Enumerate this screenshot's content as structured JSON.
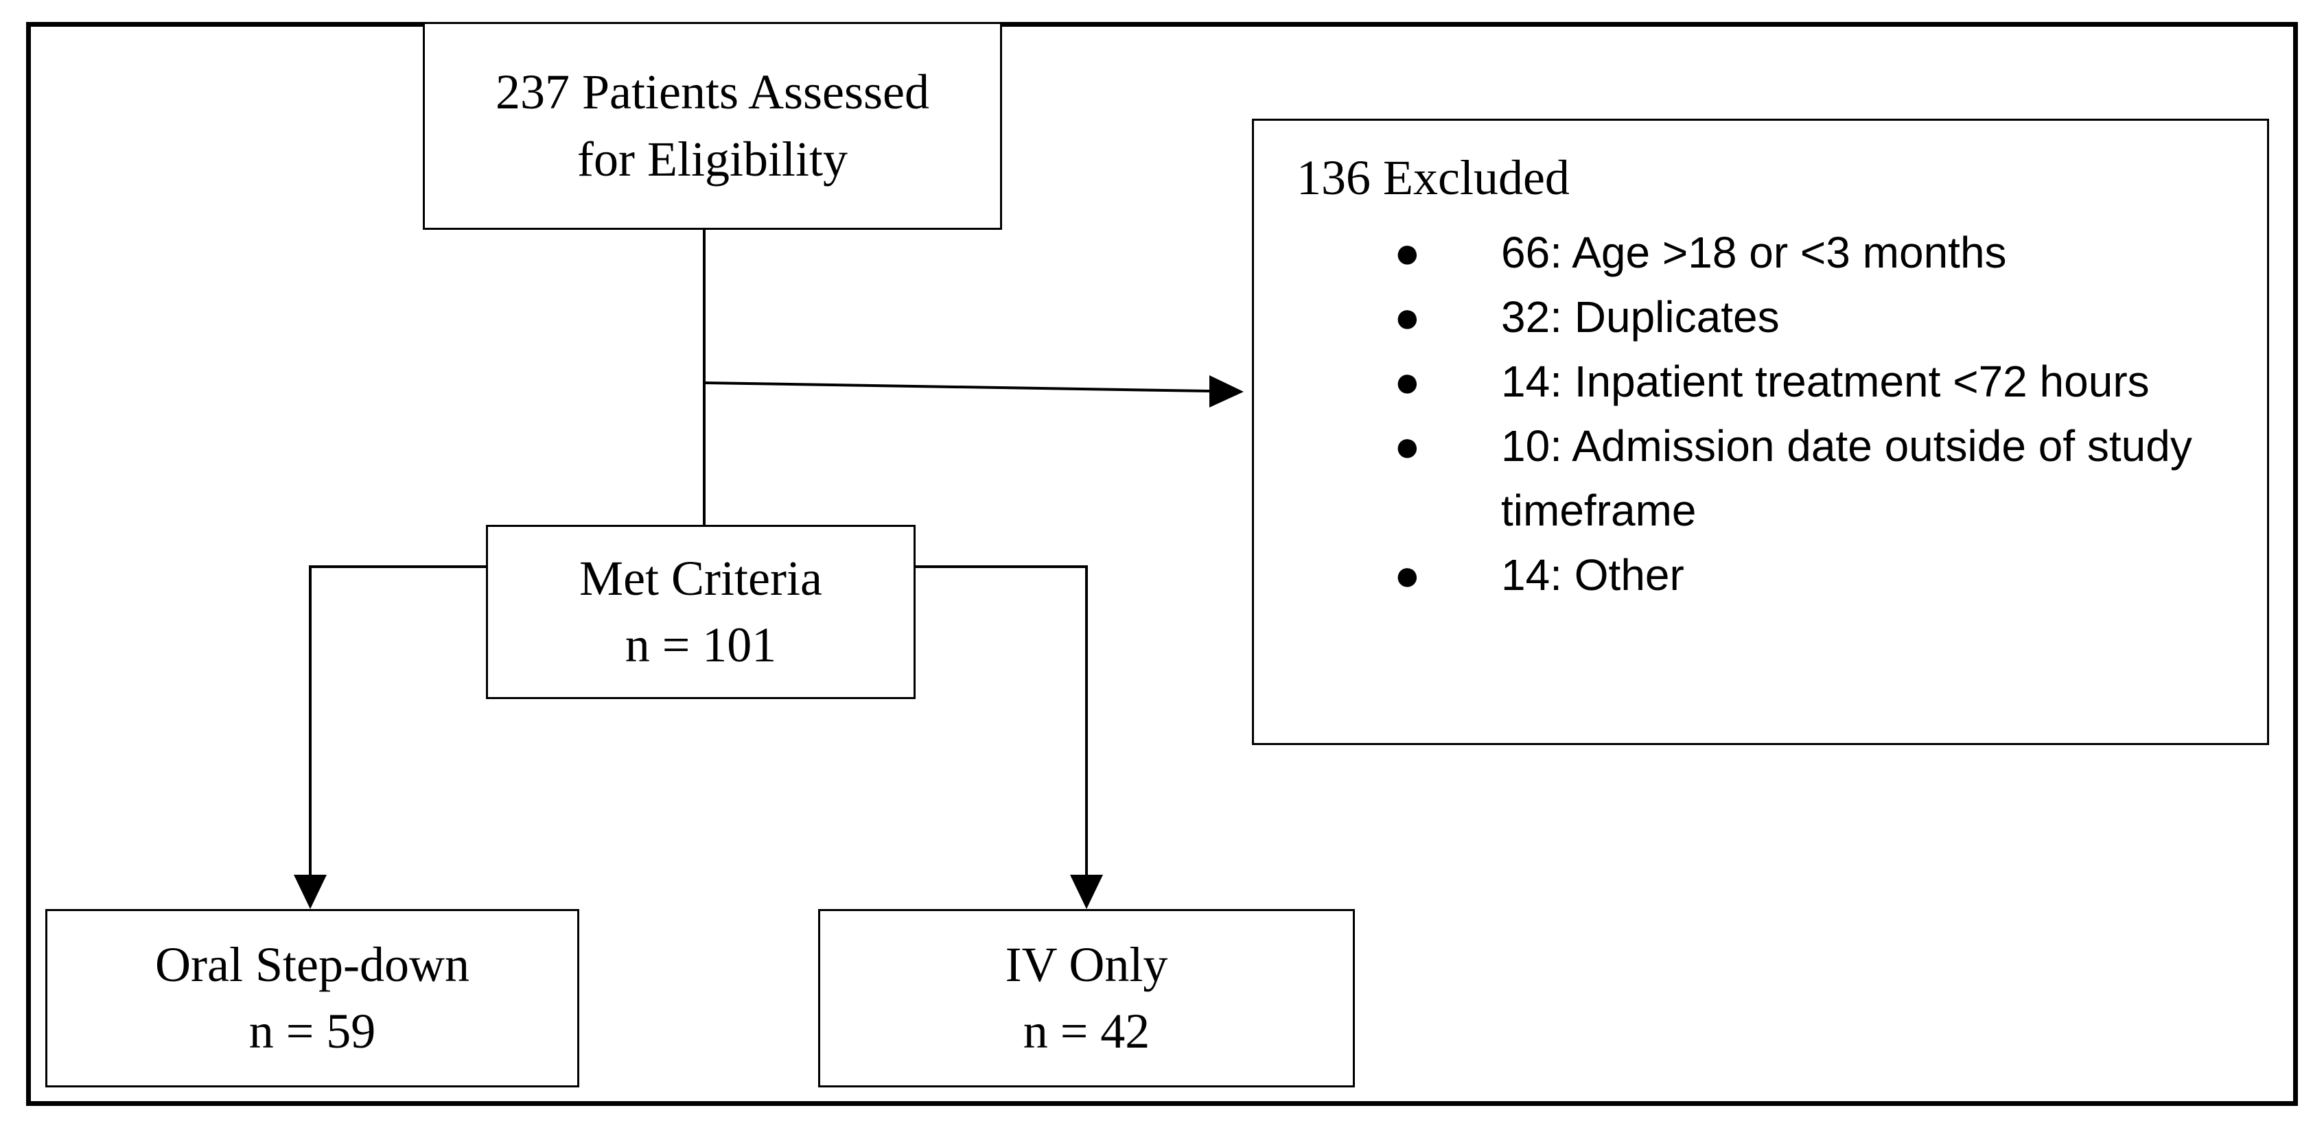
{
  "flowchart": {
    "assessed": {
      "line1": "237 Patients Assessed",
      "line2": "for Eligibility"
    },
    "excluded": {
      "title": "136 Excluded",
      "reasons": [
        "66: Age >18 or <3 months",
        "32: Duplicates",
        "14: Inpatient treatment <72 hours",
        "10: Admission date outside of study timeframe",
        "14: Other"
      ]
    },
    "met_criteria": {
      "label": "Met Criteria",
      "count": "n = 101"
    },
    "oral_stepdown": {
      "label": "Oral Step-down",
      "count": "n = 59"
    },
    "iv_only": {
      "label": "IV Only",
      "count": "n = 42"
    }
  }
}
